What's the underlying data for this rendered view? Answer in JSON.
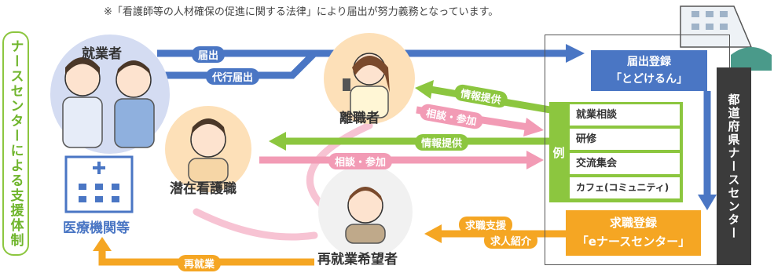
{
  "note": "※「看護師等の人材確保の促進に関する法律」により届出が努力義務となっています。",
  "left_vertical": "ナースセンターによる支援体制",
  "actors": {
    "employees": "就業者",
    "medical": "医療機関等",
    "resigned": "離職者",
    "latent": "潜在看護職",
    "seeker": "再就業希望者"
  },
  "arrows": {
    "notify": "届出",
    "proxy_notify": "代行届出",
    "info1": "情報提供",
    "consult1": "相談・参加",
    "info2": "情報提供",
    "consult2": "相談・参加",
    "job_support": "求職支援",
    "job_intro": "求人紹介",
    "reemploy": "再就業"
  },
  "registration": {
    "title": "届出登録",
    "name": "「とどけるん」"
  },
  "examples": {
    "label": "例",
    "items": [
      "就業相談",
      "研修",
      "交流集会",
      "カフェ(コミュニティ)"
    ]
  },
  "job_registration": {
    "title": "求職登録",
    "name": "「eナースセンター」"
  },
  "nurse_center": "都道府県ナースセンター",
  "colors": {
    "blue": "#4a76c4",
    "green": "#8cc63f",
    "pink": "#f29bb5",
    "orange": "#f5a623",
    "dark": "#3b3b3b"
  }
}
